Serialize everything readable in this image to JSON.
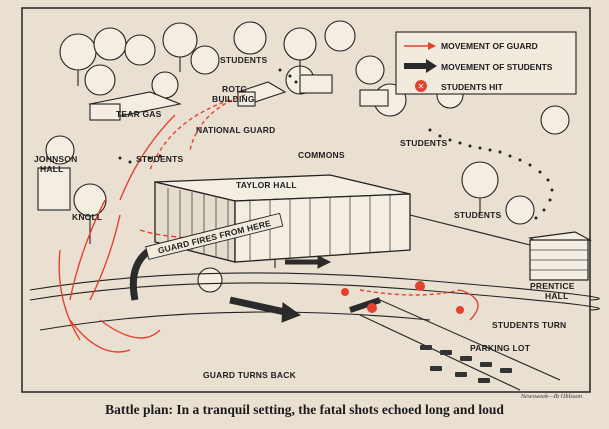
{
  "labels": {
    "students_top": "STUDENTS",
    "rotc": "ROTC",
    "building": "BUILDING",
    "tear_gas": "TEAR GAS",
    "national_guard": "NATIONAL GUARD",
    "commons": "COMMONS",
    "students_right": "STUDENTS",
    "johnson": "JOHNSON",
    "hall": "HALL",
    "students_left": "STUDENTS",
    "taylor_hall": "TAYLOR HALL",
    "knoll": "KNOLL",
    "guard_fires": "GUARD FIRES FROM HERE",
    "students_lower": "STUDENTS",
    "prentice": "PRENTICE",
    "prentice_hall": "HALL",
    "students_turn": "STUDENTS TURN",
    "parking_lot": "PARKING LOT",
    "guard_turns_back": "GUARD TURNS BACK"
  },
  "legend": {
    "guard": "MOVEMENT OF GUARD",
    "students": "MOVEMENT OF STUDENTS",
    "hit": "STUDENTS HIT"
  },
  "credit": "Newsweek—Ib Ohlsson",
  "caption": "Battle plan: In a tranquil setting, the fatal shots echoed long and loud",
  "colors": {
    "guard": "#e2432f",
    "students": "#2b2b2b",
    "paper": "#e9e0d2",
    "ink": "#1e1e1e"
  }
}
